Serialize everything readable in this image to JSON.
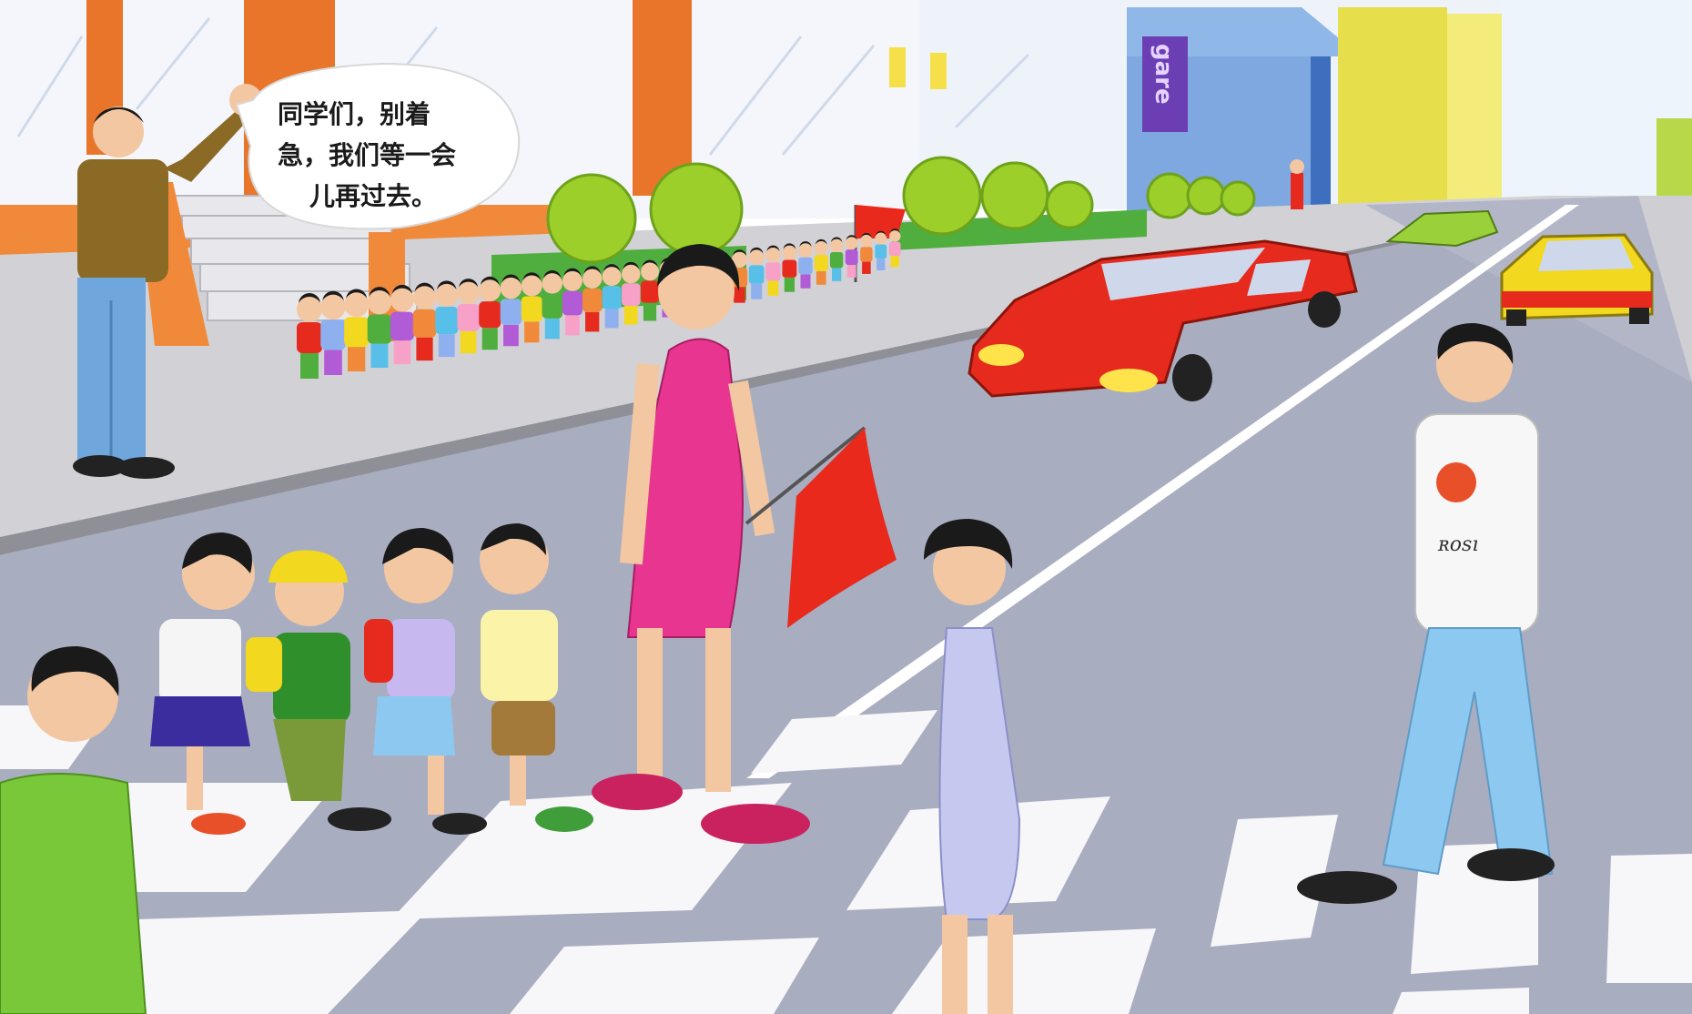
{
  "speech_bubble": {
    "line1": "同学们，别着",
    "line2": "急，我们等一会",
    "line3": "儿再过去。"
  },
  "shop_sign": {
    "text": "gare"
  },
  "shirt_print": {
    "text": "ʀosı"
  },
  "colors": {
    "sky": "#e9f1fa",
    "road": "#a9adc0",
    "sidewalk": "#cfcfd3",
    "car_red": "#e62b1e",
    "taxi_yellow": "#f2d81e",
    "flag_red": "#e8291c",
    "teacher_dress": "#e8358f",
    "shrub_green": "#9ccf2a"
  },
  "icons": [
    "speech-bubble",
    "flag-icon",
    "car-icon",
    "shop-sign"
  ]
}
